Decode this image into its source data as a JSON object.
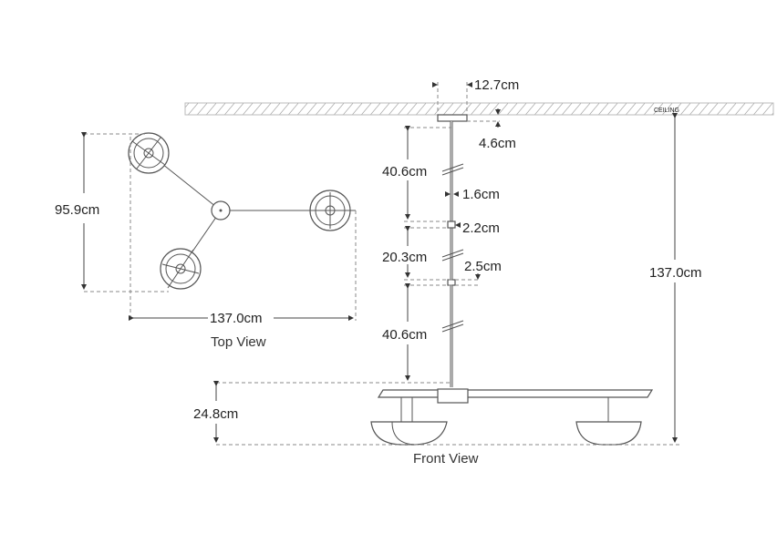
{
  "ceiling_label": "CEILING",
  "top_view": {
    "title": "Top View",
    "depth": "95.9cm",
    "width": "137.0cm"
  },
  "front_view": {
    "title": "Front View",
    "canopy_width": "12.7cm",
    "canopy_height": "4.6cm",
    "stem_upper": "40.6cm",
    "stem_diameter": "1.6cm",
    "coupler_upper": "2.2cm",
    "stem_middle": "20.3cm",
    "coupler_lower": "2.5cm",
    "stem_lower": "40.6cm",
    "fixture_height": "24.8cm",
    "overall_height": "137.0cm"
  }
}
